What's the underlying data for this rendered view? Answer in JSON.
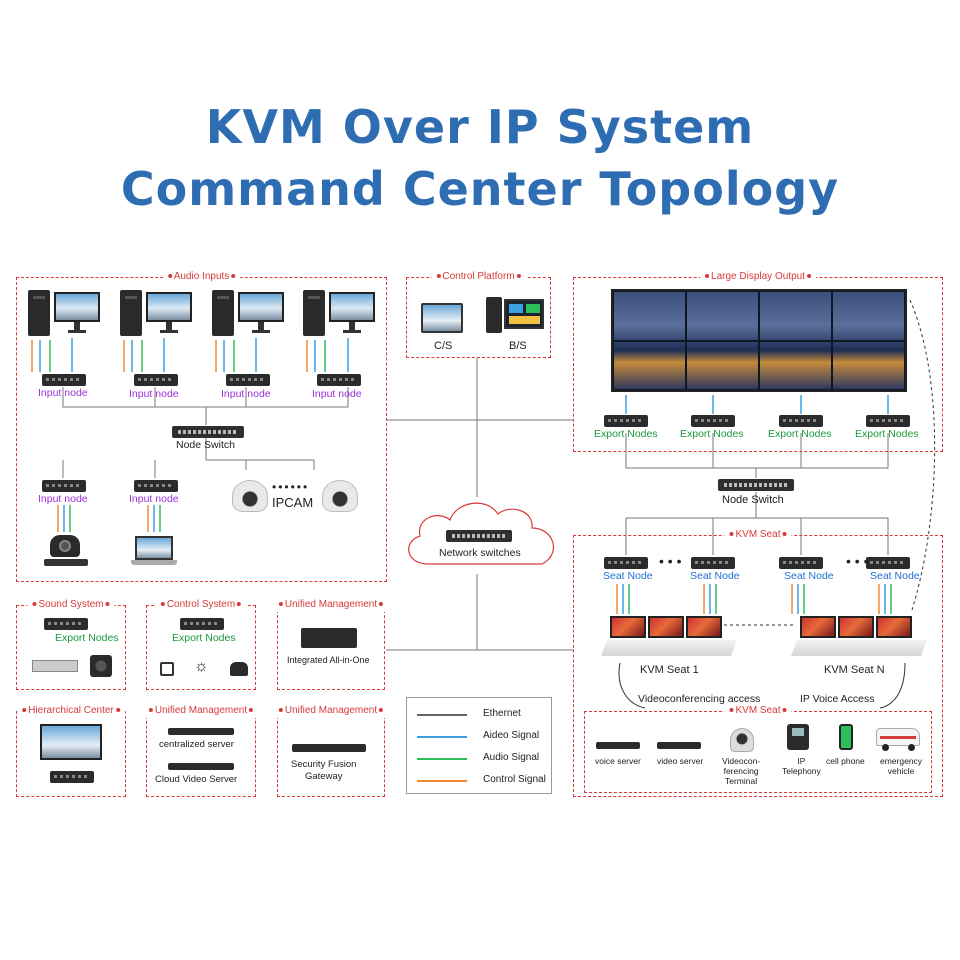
{
  "title_line1": "KVM Over IP System",
  "title_line2": "Command Center Topology",
  "audio_inputs": {
    "label": "Audio Inputs",
    "input_node_label": "Input node",
    "node_switch_label": "Node Switch",
    "ipcam_label": "IPCAM"
  },
  "control_platform": {
    "label": "Control Platform",
    "cs": "C/S",
    "bs": "B/S"
  },
  "large_display": {
    "label": "Large Display Output",
    "export_nodes_label": "Export Nodes",
    "node_switch_label": "Node Switch"
  },
  "network_switches_label": "Network switches",
  "kvm_seat": {
    "label": "KVM Seat",
    "seat_node_label": "Seat Node",
    "seat1_label": "KVM Seat  1",
    "seatN_label": "KVM Seat  N",
    "video_access": "Videoconferencing access",
    "voice_access": "IP Voice Access"
  },
  "kvm_seat2": {
    "label": "KVM Seat",
    "devices": [
      "voice server",
      "video server",
      "Videocon-\nferencing\nTerminal",
      "IP\nTelephony",
      "cell phone",
      "emergency\nvehicle"
    ]
  },
  "sound_system": {
    "label": "Sound System",
    "export": "Export Nodes"
  },
  "control_system": {
    "label": "Control System",
    "export": "Export Nodes"
  },
  "unified_mgmt_1": {
    "label": "Unified Management",
    "device": "Integrated All-in-One"
  },
  "hierarchical": {
    "label": "Hierarchical Center"
  },
  "unified_mgmt_2": {
    "label": "Unified Management",
    "server1": "centralized server",
    "server2": "Cloud Video Server"
  },
  "unified_mgmt_3": {
    "label": "Unified Management",
    "gateway": "Security Fusion\nGateway"
  },
  "legend": [
    {
      "label": "Ethernet",
      "color": "#666666"
    },
    {
      "label": "Aideo Signal",
      "color": "#3aa0e0"
    },
    {
      "label": "Audio Signal",
      "color": "#2fbf5a"
    },
    {
      "label": "Control Signal",
      "color": "#f08a30"
    }
  ]
}
